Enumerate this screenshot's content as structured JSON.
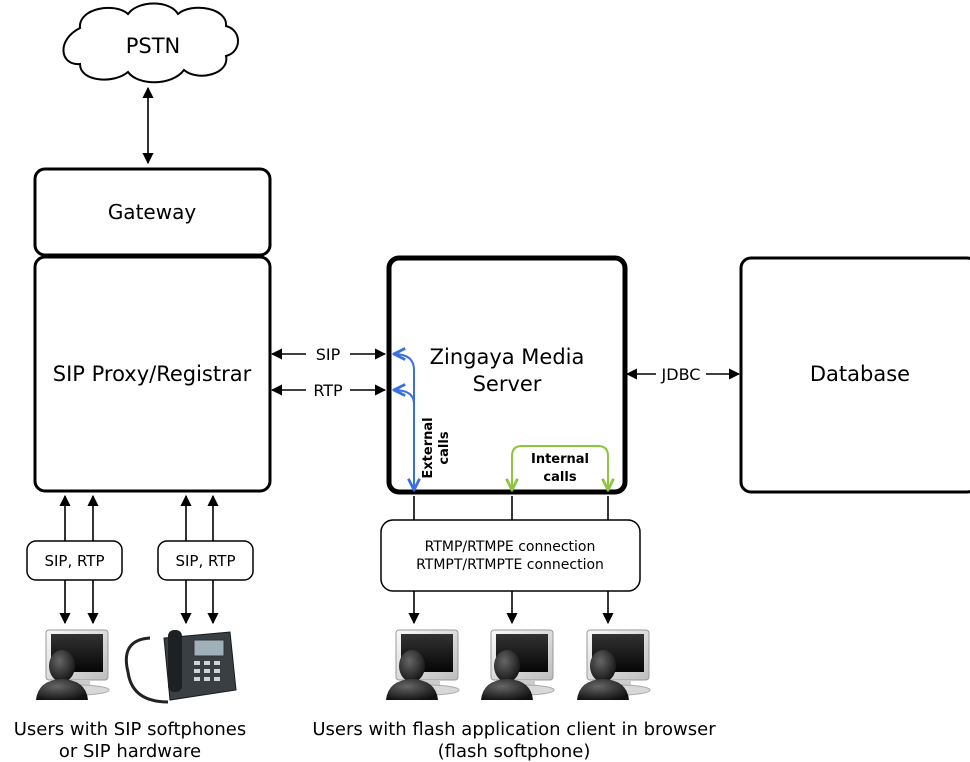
{
  "nodes": {
    "pstn": "PSTN",
    "gateway": "Gateway",
    "sip_proxy": "SIP Proxy/Registrar",
    "media_server_line1": "Zingaya Media",
    "media_server_line2": "Server",
    "database": "Database"
  },
  "edges": {
    "sip": "SIP",
    "rtp": "RTP",
    "jdbc": "JDBC"
  },
  "inner_labels": {
    "external_line1": "External",
    "external_line2": "calls",
    "internal_line1": "Internal",
    "internal_line2": "calls"
  },
  "small_boxes": {
    "left": "SIP, RTP",
    "right": "SIP, RTP"
  },
  "rtmp_box": {
    "line1": "RTMP/RTMPE connection",
    "line2": "RTMPT/RTMPTE connection"
  },
  "captions": {
    "sip_users_line1": "Users with SIP softphones",
    "sip_users_line2": "or SIP hardware",
    "flash_users_line1": "Users with flash application client in browser",
    "flash_users_line2": "(flash softphone)"
  },
  "colors": {
    "external_calls": "#3a6fe0",
    "internal_calls": "#8cc63f"
  }
}
